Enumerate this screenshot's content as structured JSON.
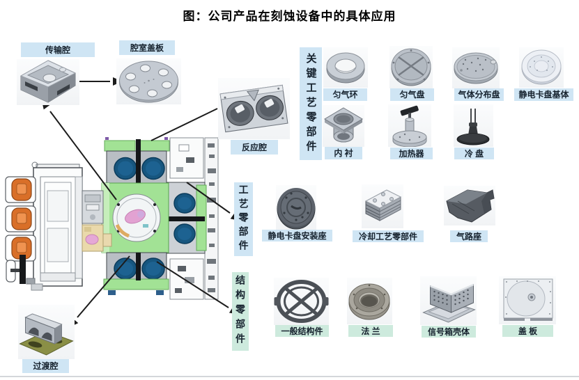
{
  "title": "图：公司产品在刻蚀设备中的具体应用",
  "equipment": {
    "transfer_chamber": "传输腔",
    "chamber_cover_plate": "腔室盖板",
    "reaction_chamber": "反应腔",
    "transition_chamber": "过渡腔"
  },
  "categories": [
    {
      "label": "关键工艺零部件",
      "theme": "blue",
      "products": [
        {
          "label": "匀气环"
        },
        {
          "label": "匀气盘"
        },
        {
          "label": "气体分布盘"
        },
        {
          "label": "静电卡盘基体"
        },
        {
          "label": "内 衬"
        },
        {
          "label": "加热器"
        },
        {
          "label": "冷 盘"
        }
      ]
    },
    {
      "label": "工艺零部件",
      "theme": "blue",
      "products": [
        {
          "label": "静电卡盘安装座"
        },
        {
          "label": "冷却工艺零部件"
        },
        {
          "label": "气路座"
        }
      ]
    },
    {
      "label": "结构零部件",
      "theme": "green",
      "products": [
        {
          "label": "一般结构件"
        },
        {
          "label": "法 兰"
        },
        {
          "label": "信号箱壳体"
        },
        {
          "label": "盖 板"
        }
      ]
    }
  ],
  "colors": {
    "label_blue_bg": "#cfe5f4",
    "label_green_bg": "#cdeadd",
    "machine_green": "#a2e295",
    "chamber_blue": "#17567f",
    "foup_orange": "#d96f28",
    "arrow": "#1c1c1c"
  }
}
